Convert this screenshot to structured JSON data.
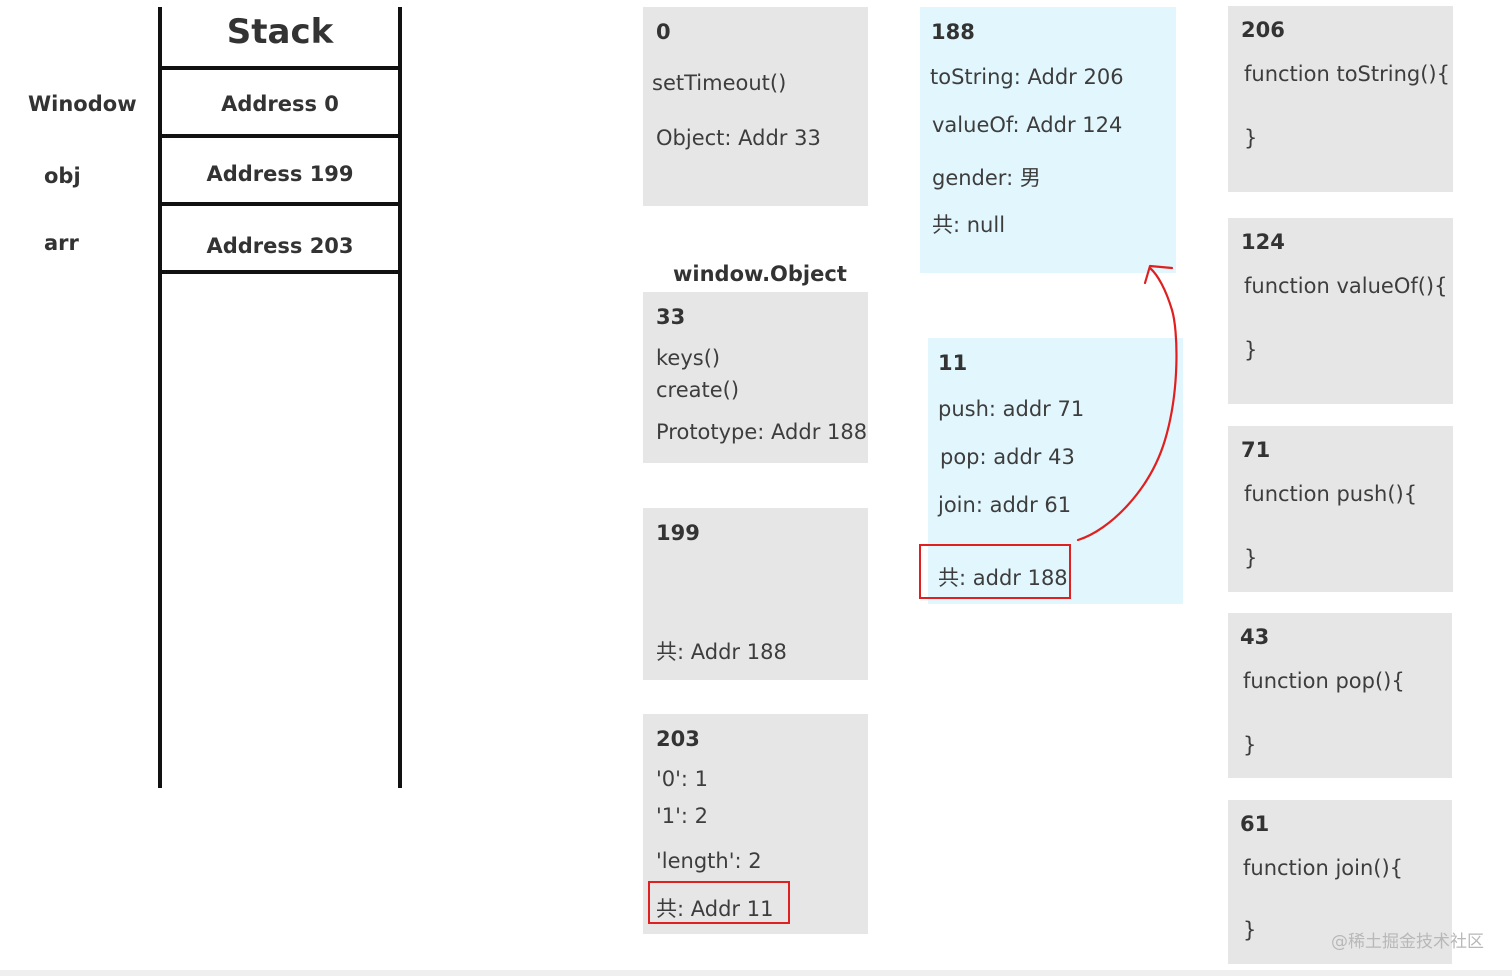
{
  "stack": {
    "title": "Stack",
    "rows": [
      {
        "variable": "Winodow",
        "value": "Address 0"
      },
      {
        "variable": "obj",
        "value": "Address 199"
      },
      {
        "variable": "arr",
        "value": "Address 203"
      }
    ]
  },
  "heap": {
    "box_0": {
      "id": "0",
      "lines": [
        "setTimeout()",
        "Object: Addr 33"
      ]
    },
    "window_object_caption": "window.Object",
    "box_33": {
      "id": "33",
      "lines": [
        "keys()",
        "create()",
        "Prototype: Addr 188"
      ]
    },
    "box_199": {
      "id": "199",
      "lines": [
        "共: Addr 188"
      ]
    },
    "box_203": {
      "id": "203",
      "lines": [
        "'0': 1",
        "'1': 2",
        "'length': 2",
        "共: Addr 11"
      ]
    },
    "box_188": {
      "id": "188",
      "lines": [
        "toString: Addr 206",
        "valueOf: Addr 124",
        "gender:  男",
        "共:  null"
      ]
    },
    "box_11": {
      "id": "11",
      "lines": [
        "push: addr 71",
        "pop: addr 43",
        "join: addr 61",
        "共: addr 188"
      ]
    },
    "box_206": {
      "id": "206",
      "lines": [
        "function toString(){",
        "}"
      ]
    },
    "box_124": {
      "id": "124",
      "lines": [
        "function valueOf(){",
        "}"
      ]
    },
    "box_71": {
      "id": "71",
      "lines": [
        "function push(){",
        "}"
      ]
    },
    "box_43": {
      "id": "43",
      "lines": [
        "function pop(){",
        "}"
      ]
    },
    "box_61": {
      "id": "61",
      "lines": [
        "function join(){",
        "}"
      ]
    }
  },
  "colors": {
    "gray_box": "#e6e6e6",
    "blue_box": "#e2f7fd",
    "highlight": "#e02020"
  },
  "watermark": "@稀土掘金技术社区"
}
